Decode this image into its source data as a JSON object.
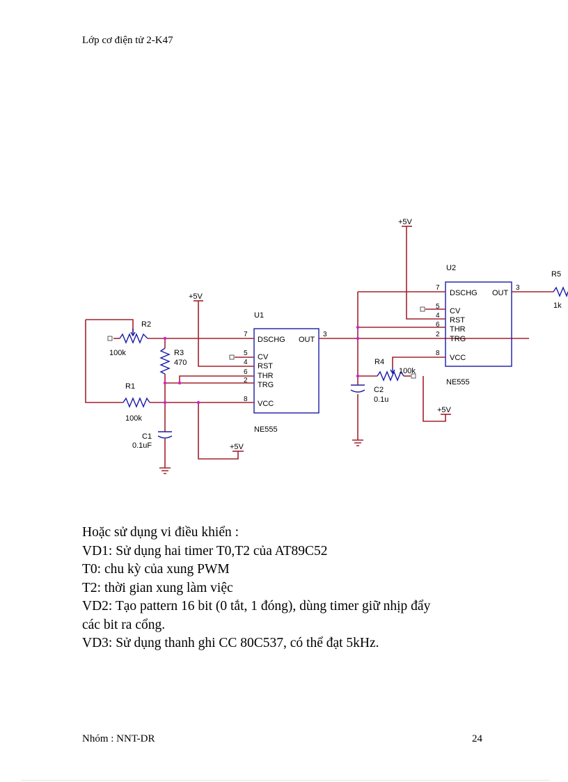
{
  "header": {
    "text": "Lớp cơ điện tử 2-K47"
  },
  "schematic": {
    "u1": {
      "ref": "U1",
      "part": "NE555",
      "pins_left": [
        {
          "num": "7",
          "name": "DSCHG"
        },
        {
          "num": "5",
          "name": "CV"
        },
        {
          "num": "4",
          "name": "RST"
        },
        {
          "num": "6",
          "name": "THR"
        },
        {
          "num": "2",
          "name": "TRG"
        },
        {
          "num": "8",
          "name": "VCC"
        }
      ],
      "pin_out": {
        "num": "3",
        "name": "OUT"
      }
    },
    "u2": {
      "ref": "U2",
      "part": "NE555",
      "pins_left": [
        {
          "num": "7",
          "name": "DSCHG"
        },
        {
          "num": "5",
          "name": "CV"
        },
        {
          "num": "4",
          "name": "RST"
        },
        {
          "num": "6",
          "name": "THR"
        },
        {
          "num": "2",
          "name": "TRG"
        },
        {
          "num": "8",
          "name": "VCC"
        }
      ],
      "pin_out": {
        "num": "3",
        "name": "OUT"
      }
    },
    "r1": {
      "ref": "R1",
      "value": "100k"
    },
    "r2": {
      "ref": "R2",
      "value": "100k"
    },
    "r3": {
      "ref": "R3",
      "value": "470"
    },
    "r4": {
      "ref": "R4",
      "value": "100k"
    },
    "r5": {
      "ref": "R5",
      "value": "1k"
    },
    "c1": {
      "ref": "C1",
      "value": "0.1uF"
    },
    "c2": {
      "ref": "C2",
      "value": "0.1u"
    },
    "supply": "+5V"
  },
  "body": {
    "lines": [
      "Hoặc  sử dụng vi điều khiển :",
      "VD1: Sử dụng hai timer  T0,T2 của AT89C52",
      "T0: chu kỳ của xung PWM",
      "T2: thời gian xung làm việc",
      "VD2: Tạo pattern 16 bit  (0 tắt, 1 đóng), dùng timer giữ nhịp đẩy",
      "các bit ra cổng.",
      "VD3: Sử dụng thanh ghi CC 80C537, có thể đạt 5kHz."
    ]
  },
  "footer": {
    "group": "Nhóm : NNT-DR",
    "page": "24"
  }
}
